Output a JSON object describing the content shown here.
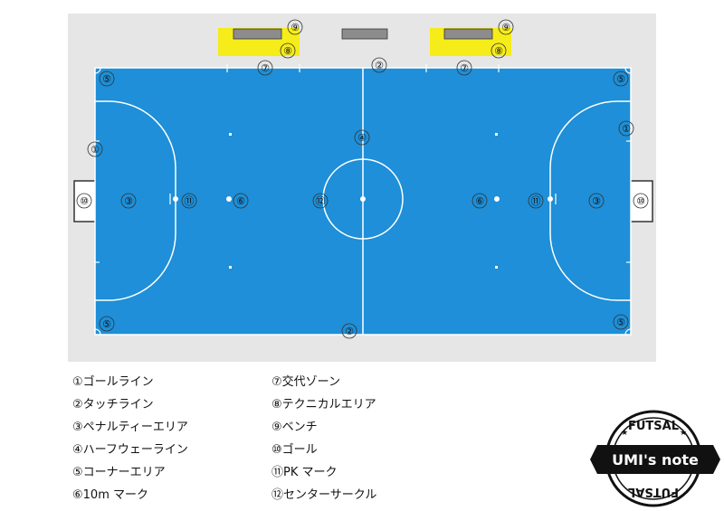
{
  "markers": {
    "m1": "①",
    "m2": "②",
    "m3": "③",
    "m4": "④",
    "m5": "⑤",
    "m6": "⑥",
    "m7": "⑦",
    "m8": "⑧",
    "m9": "⑨",
    "m10": "⑩",
    "m11": "⑪",
    "m12": "⑫"
  },
  "legend_left": [
    "①ゴールライン",
    "②タッチライン",
    "③ペナルティーエリア",
    "④ハーフウェーライン",
    "⑤コーナーエリア",
    "⑥10m マーク"
  ],
  "legend_right": [
    "⑦交代ゾーン",
    "⑧テクニカルエリア",
    "⑨ベンチ",
    "⑩ゴール",
    "⑪PK マーク",
    "⑫センターサークル"
  ],
  "logo": {
    "top_text": "FUTSAL",
    "banner_text": "UMI's note",
    "bottom_text": "FUTSAL"
  },
  "colors": {
    "court": "#1e8fd8",
    "surround": "#e6e6e6",
    "technical_area": "#f5ec1a",
    "bench": "#8c8c8c",
    "lines": "#ffffff"
  }
}
